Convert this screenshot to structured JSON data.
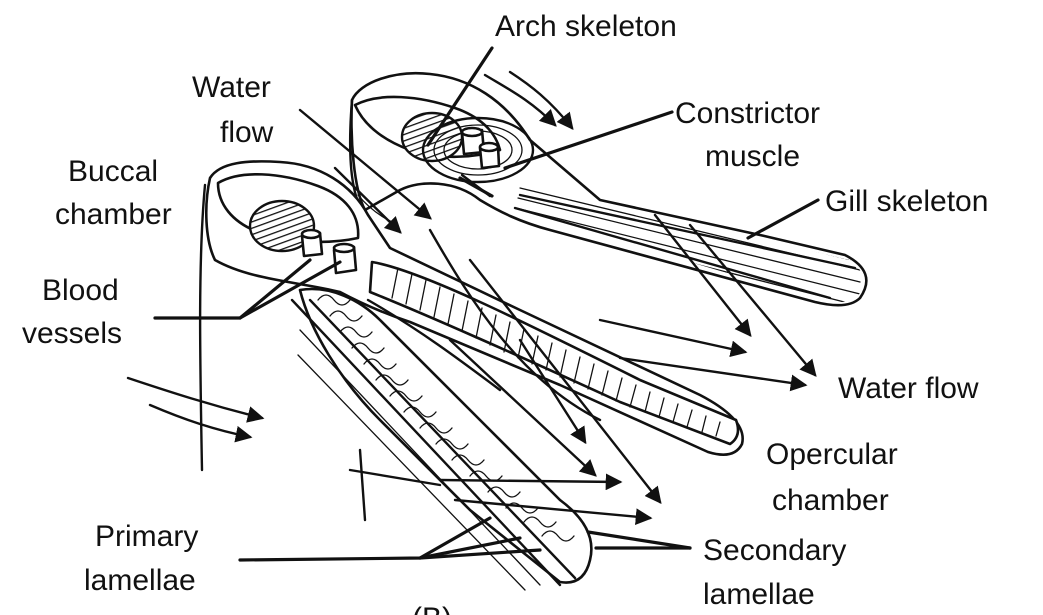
{
  "labels": {
    "arch_skeleton": "Arch skeleton",
    "water_flow_top_1": "Water",
    "water_flow_top_2": "flow",
    "constrictor_1": "Constrictor",
    "constrictor_2": "muscle",
    "buccal_1": "Buccal",
    "buccal_2": "chamber",
    "gill_skeleton": "Gill skeleton",
    "blood_1": "Blood",
    "blood_2": "vessels",
    "water_flow_right": "Water flow",
    "opercular_1": "Opercular",
    "opercular_2": "chamber",
    "primary_1": "Primary",
    "primary_2": "lamellae",
    "secondary_1": "Secondary",
    "secondary_2": "lamellae",
    "panel": "(B)"
  },
  "colors": {
    "ink": "#111111",
    "background": "#ffffff"
  }
}
